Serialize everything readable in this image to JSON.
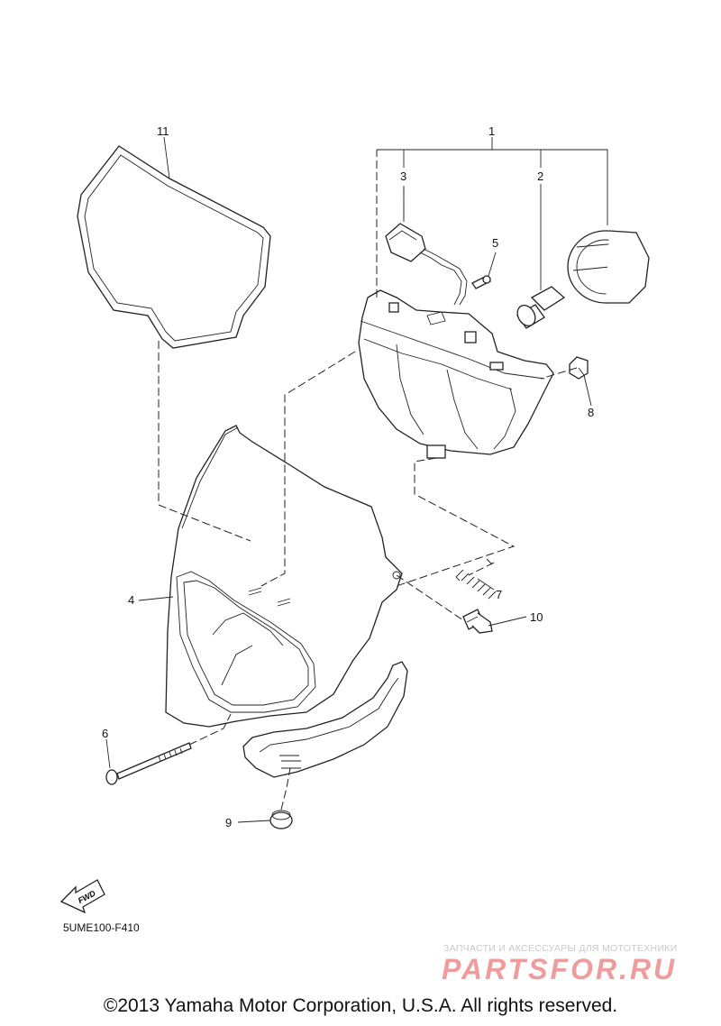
{
  "diagram": {
    "callouts": {
      "c1": "1",
      "c2": "2",
      "c3": "3",
      "c4": "4",
      "c5": "5",
      "c6": "6",
      "c7": "7",
      "c8": "8",
      "c9": "9",
      "c10": "10",
      "c11": "11"
    },
    "drawing_code": "5UME100-F410",
    "fwd_label": "FWD"
  },
  "watermark": {
    "text": "ЗАПЧАСТИ И АКСЕССУАРЫ ДЛЯ МОТОТЕХНИКИ",
    "logo_text": "PARTSFOR.RU",
    "color": "#e04a4a"
  },
  "footer": {
    "copyright": "©2013 Yamaha Motor Corporation, U.S.A. All rights reserved."
  }
}
